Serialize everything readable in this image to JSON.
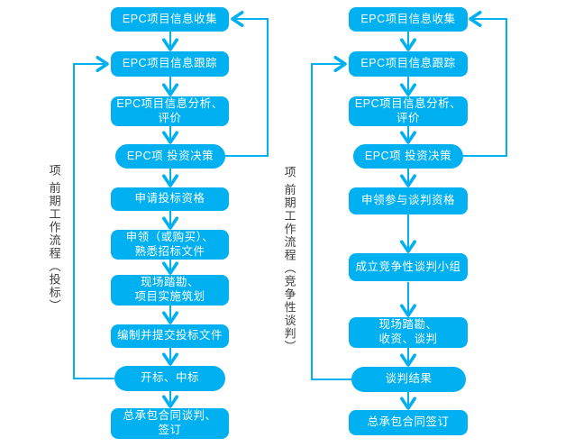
{
  "diagram": {
    "title": "",
    "node_fill_color": "#00b0f0",
    "node_text_color": "#ffffff",
    "connector_color": "#00b0f0",
    "side_label_color": "#3f3f3f",
    "background_color": "#ffffff"
  },
  "left_flow": {
    "side_label": "项 前期工作流程（投标）",
    "nodes": [
      {
        "text": "EPC项目信息收集",
        "shape": "rect"
      },
      {
        "text": "EPC项目信息跟踪",
        "shape": "rect"
      },
      {
        "text": "EPC项目信息分析、\n评价",
        "shape": "rect"
      },
      {
        "text": "EPC项 投资决策",
        "shape": "stadium"
      },
      {
        "text": "申请投标资格",
        "shape": "rect"
      },
      {
        "text": "申领（或购买）、\n熟悉招标文件",
        "shape": "rect"
      },
      {
        "text": "现场踏勘、\n项目实施筑划",
        "shape": "rect"
      },
      {
        "text": "编制并提交投标文件",
        "shape": "rect"
      },
      {
        "text": "开标、中标",
        "shape": "stadium"
      },
      {
        "text": "总承包合同谈判、\n签订",
        "shape": "rect"
      }
    ],
    "feedback_loops": [
      {
        "from": "EPC项 投资决策",
        "to": "EPC项目信息收集",
        "side": "right"
      },
      {
        "from": "开标、中标",
        "to": "EPC项目信息跟踪",
        "side": "left"
      }
    ]
  },
  "right_flow": {
    "side_label": "项 前期工作流程（竞争性谈判）",
    "nodes": [
      {
        "text": "EPC项目信息收集",
        "shape": "rect"
      },
      {
        "text": "EPC项目信息跟踪",
        "shape": "rect"
      },
      {
        "text": "EPC项目信息分析、\n评价",
        "shape": "rect"
      },
      {
        "text": "EPC项 投资决策",
        "shape": "stadium"
      },
      {
        "text": "申领参与谈判资格",
        "shape": "rect"
      },
      {
        "text": "成立竞争性谈判小组",
        "shape": "rect"
      },
      {
        "text": "现场踏勘、\n收资、谈判",
        "shape": "rect"
      },
      {
        "text": "谈判结果",
        "shape": "stadium"
      },
      {
        "text": "总承包合同签订",
        "shape": "rect"
      }
    ],
    "feedback_loops": [
      {
        "from": "EPC项 投资决策",
        "to": "EPC项目信息收集",
        "side": "right"
      },
      {
        "from": "谈判结果",
        "to": "EPC项目信息跟踪",
        "side": "left"
      }
    ]
  }
}
